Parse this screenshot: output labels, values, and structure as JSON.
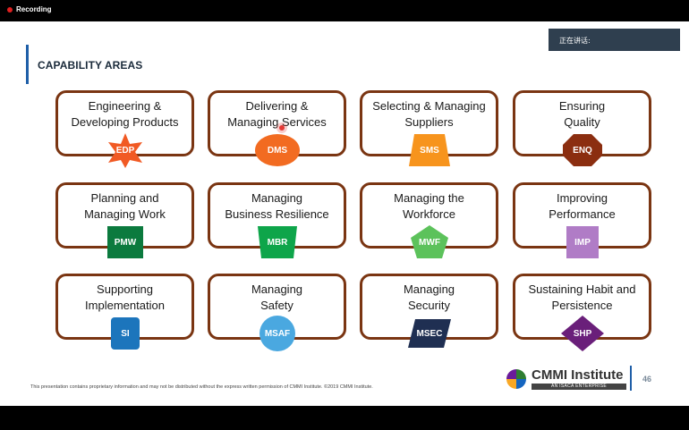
{
  "recording": {
    "label": "Recording"
  },
  "speaking": {
    "label": "正在讲话:"
  },
  "slide": {
    "title": "CAPABILITY AREAS",
    "footer": "This presentation contains proprietary information and may not be distributed without the express written permission of CMMI Institute. ©2019 CMMI Institute.",
    "page_number": "46",
    "logo": {
      "name": "CMMI Institute",
      "tagline": "AN ISACA ENTERPRISE"
    }
  },
  "cards": [
    {
      "label": "Engineering &\nDeveloping Products",
      "code": "EDP",
      "color": "#f15a24",
      "shape": "star"
    },
    {
      "label": "Delivering &\nManaging Services",
      "code": "DMS",
      "color": "#f26b21",
      "shape": "ellipse"
    },
    {
      "label": "Selecting & Managing\nSuppliers",
      "code": "SMS",
      "color": "#f7941d",
      "shape": "trapezoid"
    },
    {
      "label": "Ensuring\nQuality",
      "code": "ENQ",
      "color": "#8b2e10",
      "shape": "octagon"
    },
    {
      "label": "Planning and\nManaging Work",
      "code": "PMW",
      "color": "#0b7a3e",
      "shape": "rect"
    },
    {
      "label": "Managing\nBusiness Resilience",
      "code": "MBR",
      "color": "#0ea54a",
      "shape": "cup"
    },
    {
      "label": "Managing the\nWorkforce",
      "code": "MWF",
      "color": "#5cc25b",
      "shape": "pentagon"
    },
    {
      "label": "Improving\nPerformance",
      "code": "IMP",
      "color": "#b07cc6",
      "shape": "square"
    },
    {
      "label": "Supporting\nImplementation",
      "code": "SI",
      "color": "#1c75bc",
      "shape": "roundrect"
    },
    {
      "label": "Managing\nSafety",
      "code": "MSAF",
      "color": "#4aa8e0",
      "shape": "circle"
    },
    {
      "label": "Managing\nSecurity",
      "code": "MSEC",
      "color": "#1f2f52",
      "shape": "parallelogram"
    },
    {
      "label": "Sustaining Habit and\nPersistence",
      "code": "SHP",
      "color": "#6a1f7a",
      "shape": "diamond"
    }
  ]
}
